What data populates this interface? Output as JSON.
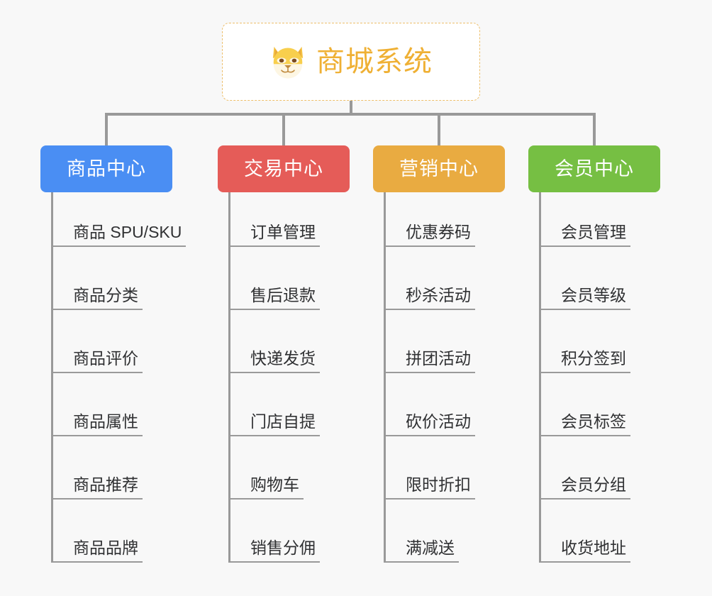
{
  "diagram": {
    "title": "商城系统",
    "root": {
      "label": "商城系统",
      "icon": "shiba-dog-emoji",
      "border_color": "#edbf6b",
      "text_color": "#efb034",
      "background": "#ffffff"
    },
    "connector_color": "#999999",
    "page_background": "#f8f8f8",
    "branches": [
      {
        "label": "商品中心",
        "color": "#4a8ef3",
        "items": [
          "商品 SPU/SKU",
          "商品分类",
          "商品评价",
          "商品属性",
          "商品推荐",
          "商品品牌"
        ]
      },
      {
        "label": "交易中心",
        "color": "#e55c58",
        "items": [
          "订单管理",
          "售后退款",
          "快递发货",
          "门店自提",
          "购物车",
          "销售分佣"
        ]
      },
      {
        "label": "营销中心",
        "color": "#e9ab41",
        "items": [
          "优惠券码",
          "秒杀活动",
          "拼团活动",
          "砍价活动",
          "限时折扣",
          "满减送"
        ]
      },
      {
        "label": "会员中心",
        "color": "#76bf43",
        "items": [
          "会员管理",
          "会员等级",
          "积分签到",
          "会员标签",
          "会员分组",
          "收货地址"
        ]
      }
    ]
  }
}
